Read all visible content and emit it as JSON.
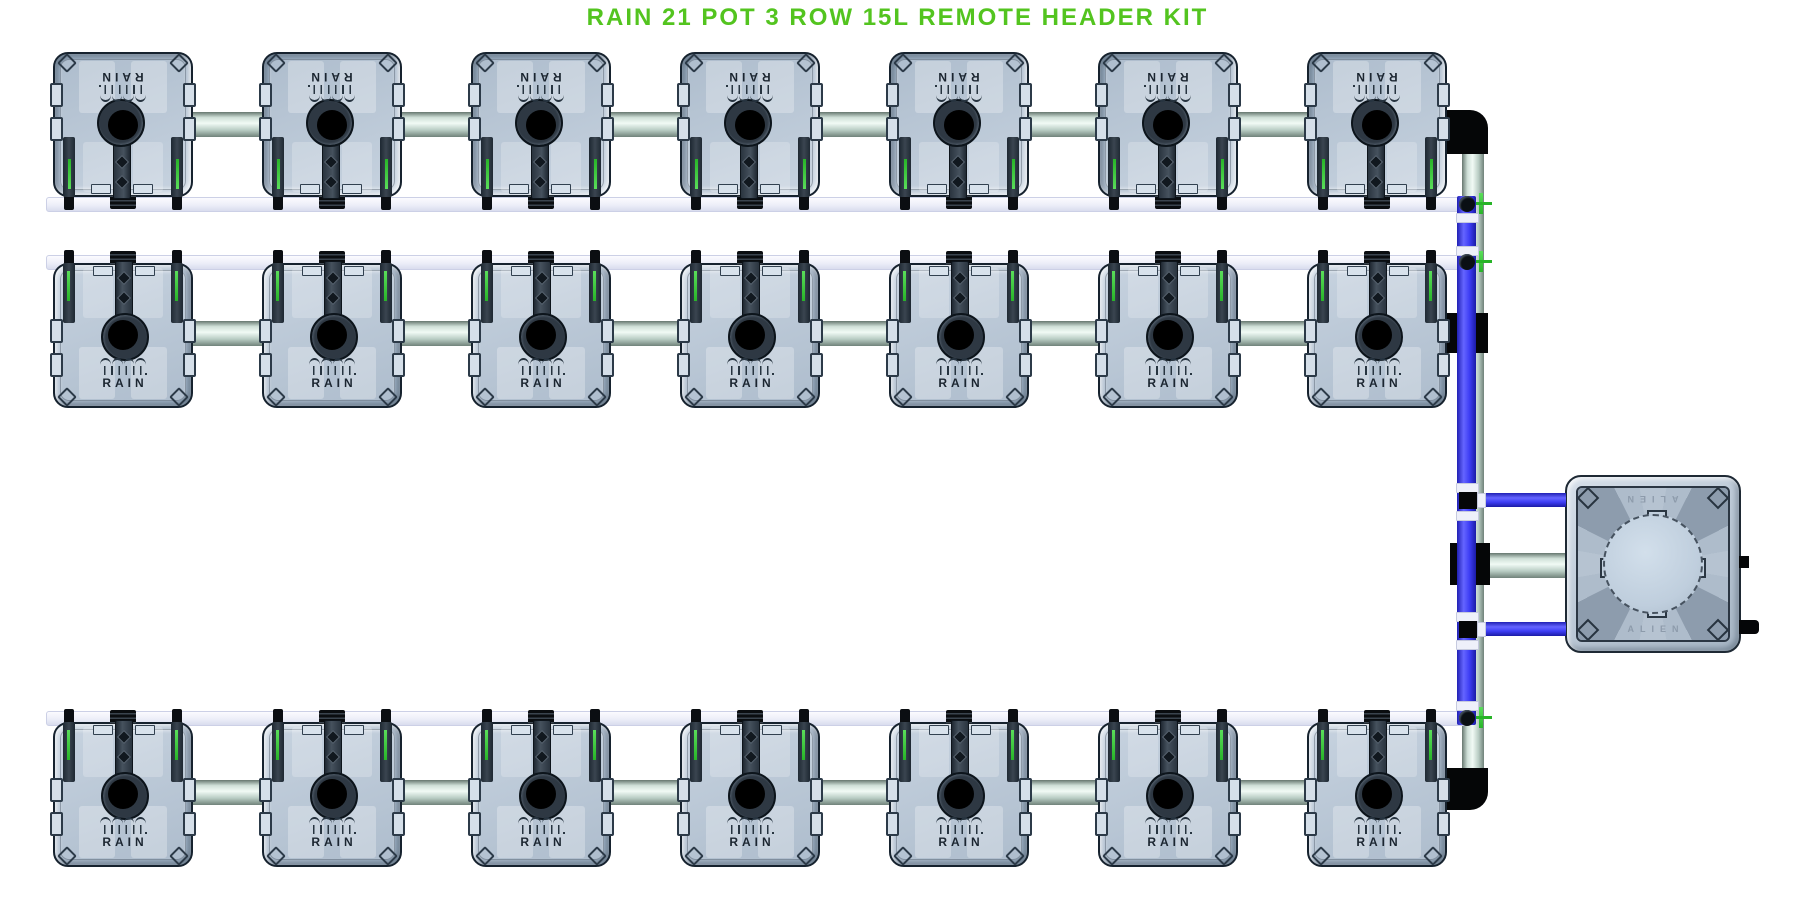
{
  "title": {
    "text": "RAIN 21 POT 3 ROW 15L REMOTE HEADER KIT"
  },
  "pot": {
    "label": "RAIN",
    "total_count": 21
  },
  "rows": [
    {
      "id": "row-1",
      "pots": 7,
      "orientation": "inverted"
    },
    {
      "id": "row-2",
      "pots": 7,
      "orientation": "normal"
    },
    {
      "id": "row-3",
      "pots": 7,
      "orientation": "normal"
    }
  ],
  "header_unit": {
    "label": "ALIEN"
  },
  "colors": {
    "title_green": "#53c41f",
    "pipe_blue": "#3e3ef5",
    "clip_green": "#28b428",
    "pot_body": "#b4c2d2",
    "header_body": "#bac7d5"
  }
}
